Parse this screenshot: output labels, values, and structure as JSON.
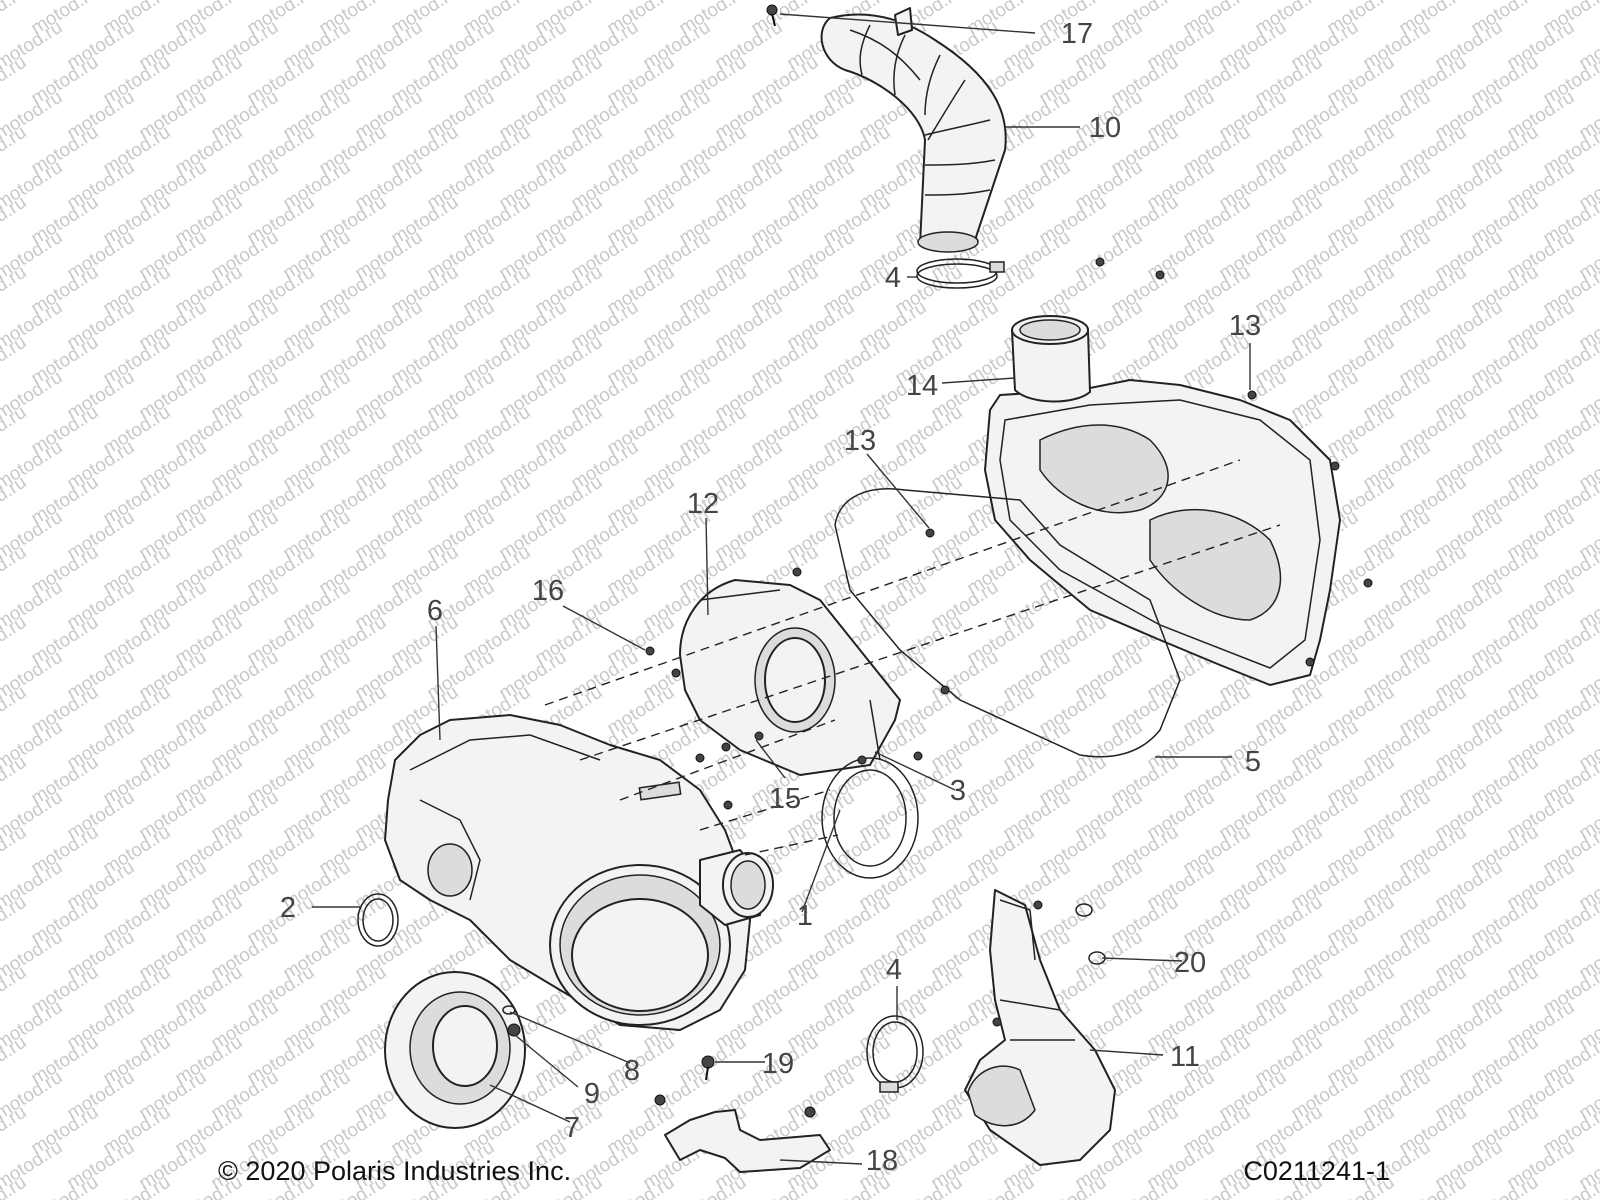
{
  "watermark": "motod.ru",
  "footer": {
    "copyright": "© 2020 Polaris Industries Inc.",
    "drawing_code": "C0211241-1"
  },
  "callouts": {
    "c1": "1",
    "c2": "2",
    "c3": "3",
    "c4a": "4",
    "c4b": "4",
    "c5": "5",
    "c6": "6",
    "c7": "7",
    "c8": "8",
    "c9": "9",
    "c10": "10",
    "c11": "11",
    "c12": "12",
    "c13a": "13",
    "c13b": "13",
    "c14": "14",
    "c15": "15",
    "c16": "16",
    "c17": "17",
    "c18": "18",
    "c19": "19",
    "c20": "20"
  },
  "colors": {
    "line": "#222222",
    "label": "#444444",
    "watermark": "#c9c9c9",
    "background": "#ffffff"
  }
}
